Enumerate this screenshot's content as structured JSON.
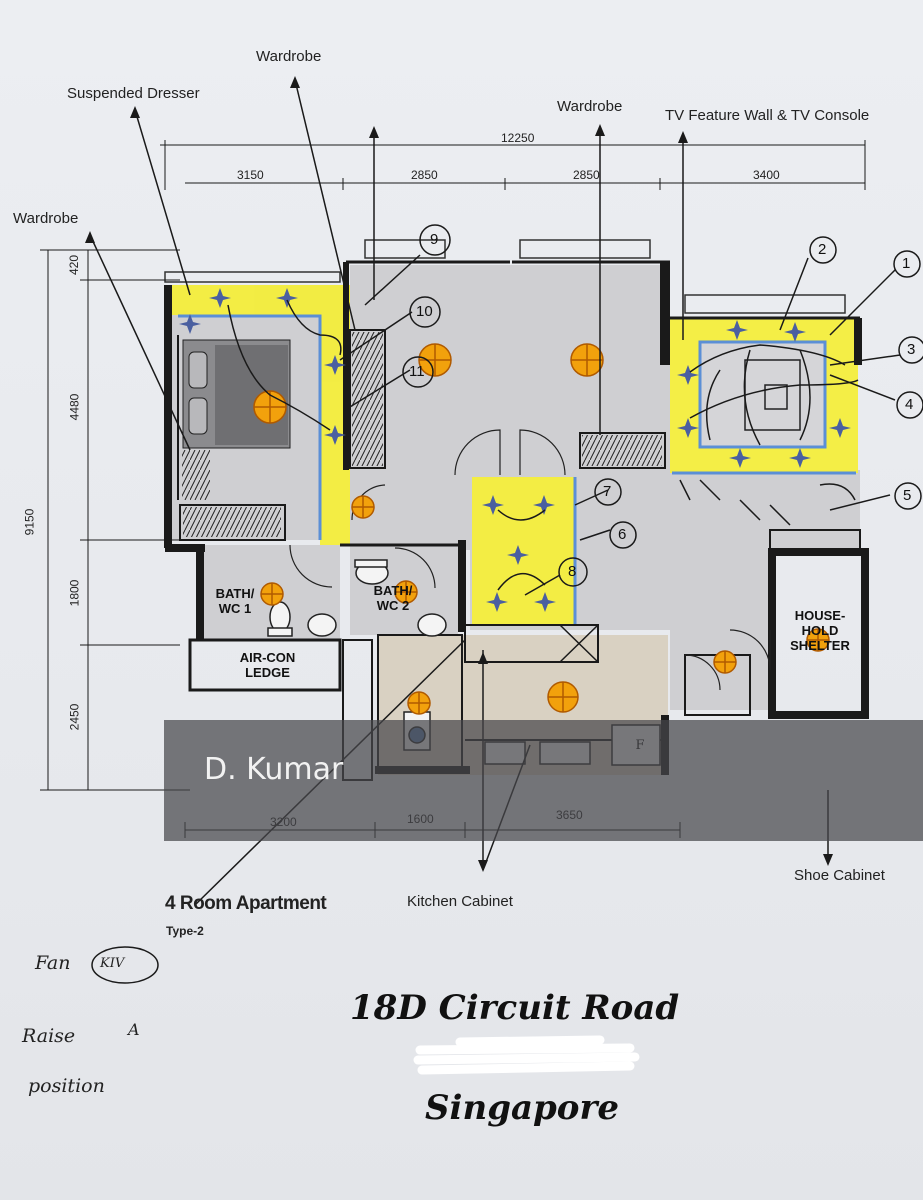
{
  "labels": {
    "suspended_dresser": "Suspended Dresser",
    "wardrobe_left": "Wardrobe",
    "wardrobe_top": "Wardrobe",
    "wardrobe_mid": "Wardrobe",
    "tv_wall": "TV Feature Wall & TV Console",
    "kitchen_cabinet": "Kitchen Cabinet",
    "shoe_cabinet": "Shoe Cabinet",
    "apartment_title": "4 Room Apartment",
    "apartment_type": "Type-2"
  },
  "dimensions": {
    "total": "12250",
    "top": [
      "3150",
      "2850",
      "2850",
      "3400"
    ],
    "bottom": [
      "3200",
      "1600",
      "3650"
    ],
    "left_total": "9150",
    "left": [
      "420",
      "4480",
      "1800",
      "2450"
    ]
  },
  "rooms": {
    "bath1": "BATH/\nWC 1",
    "bath2": "BATH/\nWC 2",
    "aircon": "AIR-CON\nLEDGE",
    "shelter": "HOUSE-\nHOLD\nSHELTER",
    "fridge": "F"
  },
  "markers": [
    "1",
    "2",
    "3",
    "4",
    "5",
    "6",
    "7",
    "8",
    "9",
    "10",
    "11"
  ],
  "handwritten": {
    "fan": "Fan",
    "kiv": "KIV",
    "raise": "Raise",
    "a": "A",
    "position": "position"
  },
  "watermark": "D. Kumar",
  "address": {
    "line1": "18D Circuit Road",
    "line3": "Singapore"
  },
  "colors": {
    "highlight": "#f4ee3c",
    "cove_light": "#5b8fd6",
    "light_point": "#f2a10c",
    "downlight": "#4a5fa0",
    "wall": "#1a1a1a",
    "floor": "#cdcdcf"
  }
}
